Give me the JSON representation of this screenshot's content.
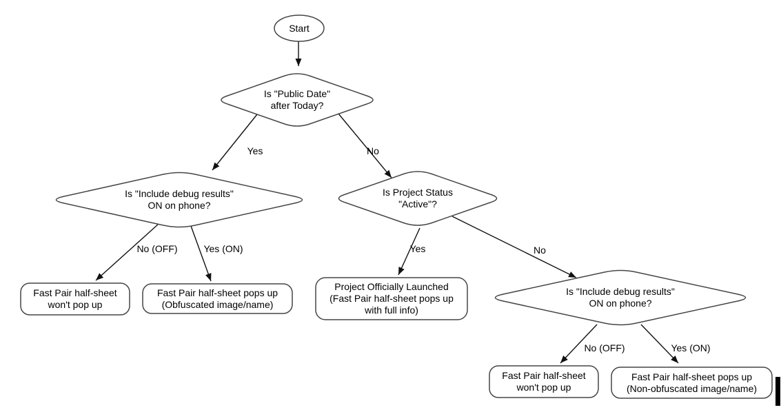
{
  "diagram": {
    "title_hint": "Fast Pair half-sheet decision flowchart",
    "start": {
      "label": "Start"
    },
    "decisions": {
      "public_date": {
        "line1": "Is \"Public Date\"",
        "line2": "after Today?"
      },
      "debug_left": {
        "line1": "Is \"Include debug results\"",
        "line2": "ON on phone?"
      },
      "project_status": {
        "line1": "Is Project Status",
        "line2": "\"Active\"?"
      },
      "debug_right": {
        "line1": "Is \"Include debug results\"",
        "line2": "ON on phone?"
      }
    },
    "results": {
      "no_popup_left": {
        "line1": "Fast Pair half-sheet",
        "line2": "won't pop up"
      },
      "obfuscated": {
        "line1": "Fast Pair half-sheet pops up",
        "line2": "(Obfuscated image/name)"
      },
      "launched": {
        "line1": "Project Officially Launched",
        "line2": "(Fast Pair half-sheet pops up",
        "line3": "with full info)"
      },
      "no_popup_right": {
        "line1": "Fast Pair half-sheet",
        "line2": "won't pop up"
      },
      "non_obfuscated": {
        "line1": "Fast Pair half-sheet pops up",
        "line2": "(Non-obfuscated image/name)"
      }
    },
    "edge_labels": {
      "public_date_yes": "Yes",
      "public_date_no": "No",
      "debug_left_no": "No (OFF)",
      "debug_left_yes": "Yes (ON)",
      "project_status_yes": "Yes",
      "project_status_no": "No",
      "debug_right_no": "No (OFF)",
      "debug_right_yes": "Yes (ON)"
    },
    "colors": {
      "shape_stroke": "#454545",
      "arrow": "#111111",
      "text": "#000000",
      "background": "#ffffff",
      "cursor_bar": "#000000"
    }
  }
}
